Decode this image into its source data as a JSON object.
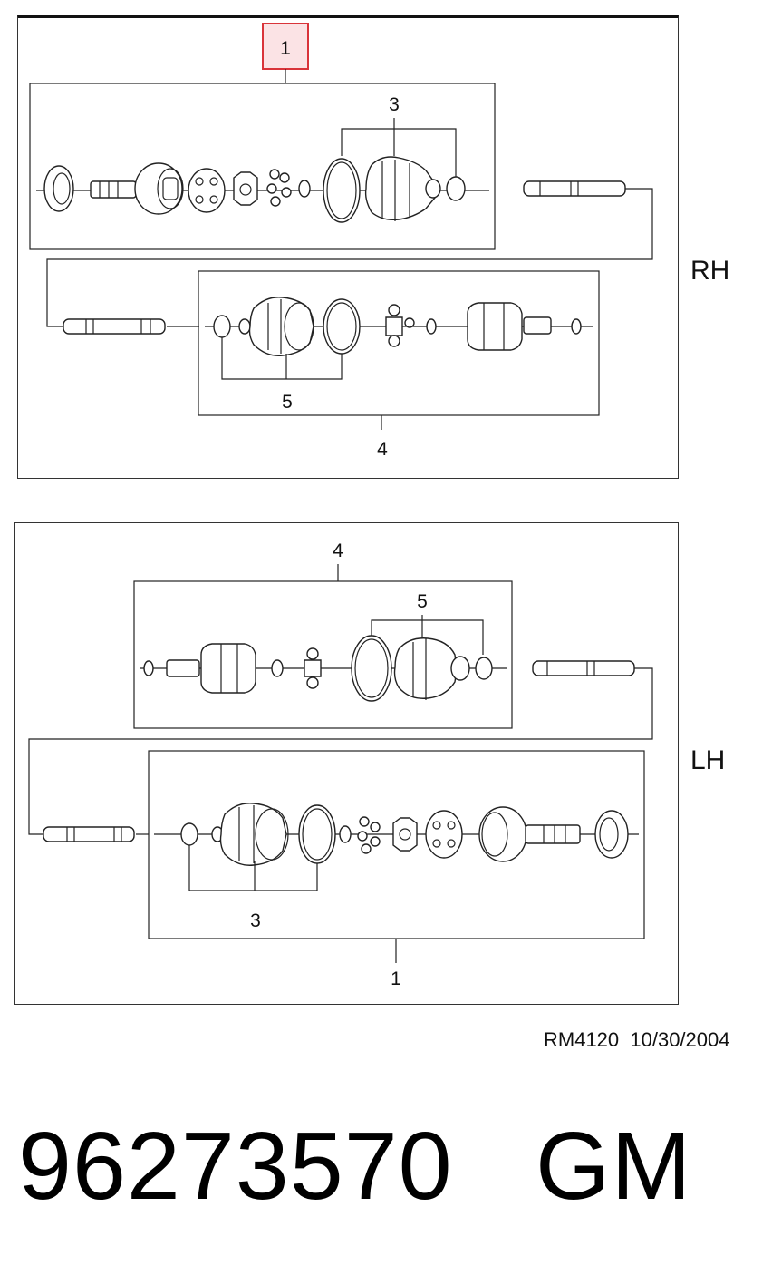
{
  "diagram": {
    "top_panel": {
      "side_label": "RH",
      "callouts": {
        "one": "1",
        "three": "3",
        "five": "5",
        "four": "4"
      }
    },
    "bottom_panel": {
      "side_label": "LH",
      "callouts": {
        "four": "4",
        "five": "5",
        "three": "3",
        "one": "1"
      }
    },
    "highlight_color": "#d9343a",
    "highlight_fill": "#fbe3e5"
  },
  "footer": {
    "reference": "RM4120  10/30/2004",
    "part_number": "96273570   GM"
  }
}
